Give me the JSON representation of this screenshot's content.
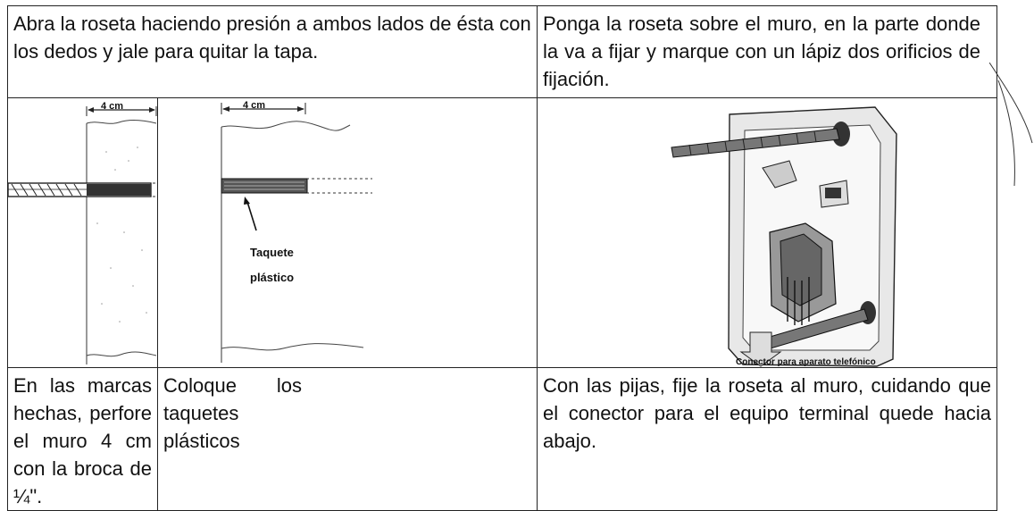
{
  "steps": {
    "open": "Abra la roseta haciendo presión a ambos lados de ésta con los dedos y jale para quitar la tapa.",
    "mark": "Ponga la roseta sobre el muro, en la parte donde la va a fijar y marque con un lápiz dos orificios de fijación.",
    "drill": "En las marcas hechas, perfore el muro 4 cm con la broca de ¼\".",
    "plugs": "Coloque los taquetes plásticos",
    "fix": "Con las pijas, fije la roseta al muro, cuidando que el conector para el equipo terminal quede hacia abajo."
  },
  "figures": {
    "drill_dimension": "4 cm",
    "plug_dimension": "4 cm",
    "plug_label_line1": "Taquete",
    "plug_label_line2": "plástico",
    "rosette_caption": "Conector para aparato telefónico"
  },
  "icons": {
    "drill_bit": "drill-bit-icon",
    "plastic_plug": "plastic-plug-icon",
    "rosette": "rosette-illustration"
  }
}
